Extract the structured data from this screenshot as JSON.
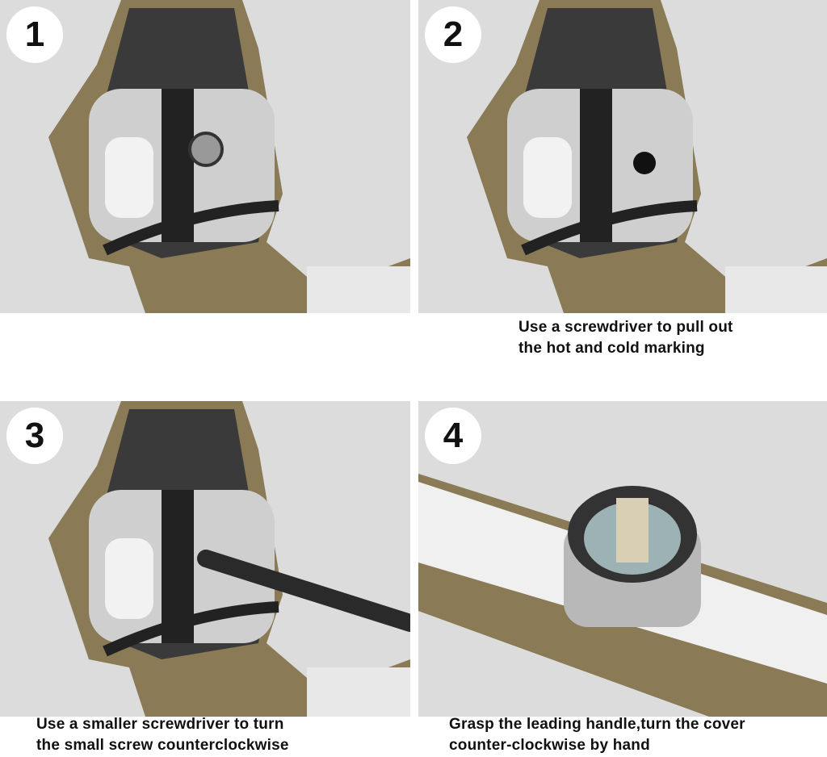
{
  "steps": [
    {
      "number": "1",
      "caption": ""
    },
    {
      "number": "2",
      "caption_line1": "Use a screwdriver to pull out",
      "caption_line2": "the hot and cold marking"
    },
    {
      "number": "3",
      "caption_line1": "Use a smaller screwdriver to turn",
      "caption_line2": "the small screw counterclockwise"
    },
    {
      "number": "4",
      "caption_line1": "Grasp the leading handle,turn the cover",
      "caption_line2": "counter-clockwise by hand"
    }
  ]
}
